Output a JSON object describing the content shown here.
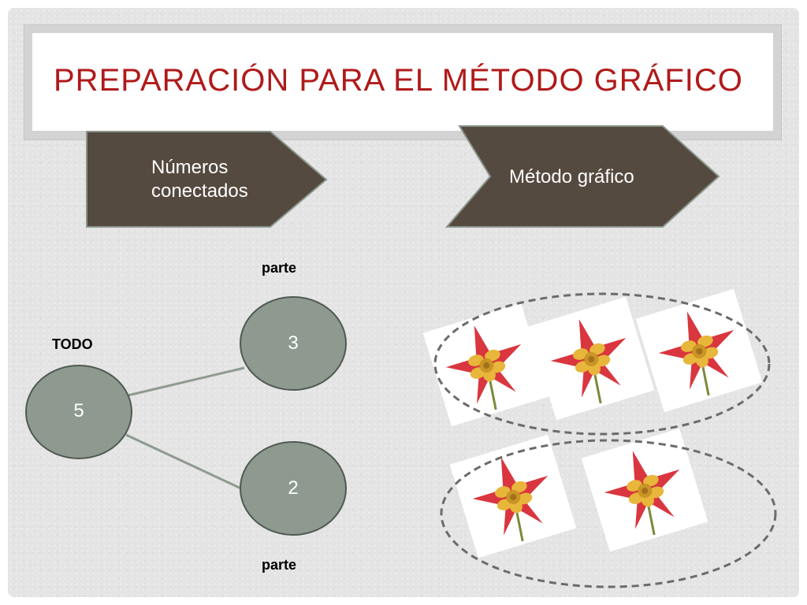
{
  "slide": {
    "title": "PREPARACIÓN PARA EL MÉTODO GRÁFICO",
    "arrows": {
      "left_line1": "Números",
      "left_line2": "conectados",
      "right": "Método gráfico"
    },
    "diagram": {
      "whole_label": "TODO",
      "part_top_label": "parte",
      "part_bottom_label": "parte",
      "whole_value": "5",
      "part_top_value": "3",
      "part_bottom_value": "2"
    },
    "groups": [
      {
        "flowers": 3
      },
      {
        "flowers": 2
      }
    ],
    "colors": {
      "title": "#b01a1a",
      "arrow_fill": "#554a3f",
      "node_fill": "#8e9a90",
      "flower_petal": "#d9363f",
      "flower_center": "#e7b63a"
    }
  }
}
